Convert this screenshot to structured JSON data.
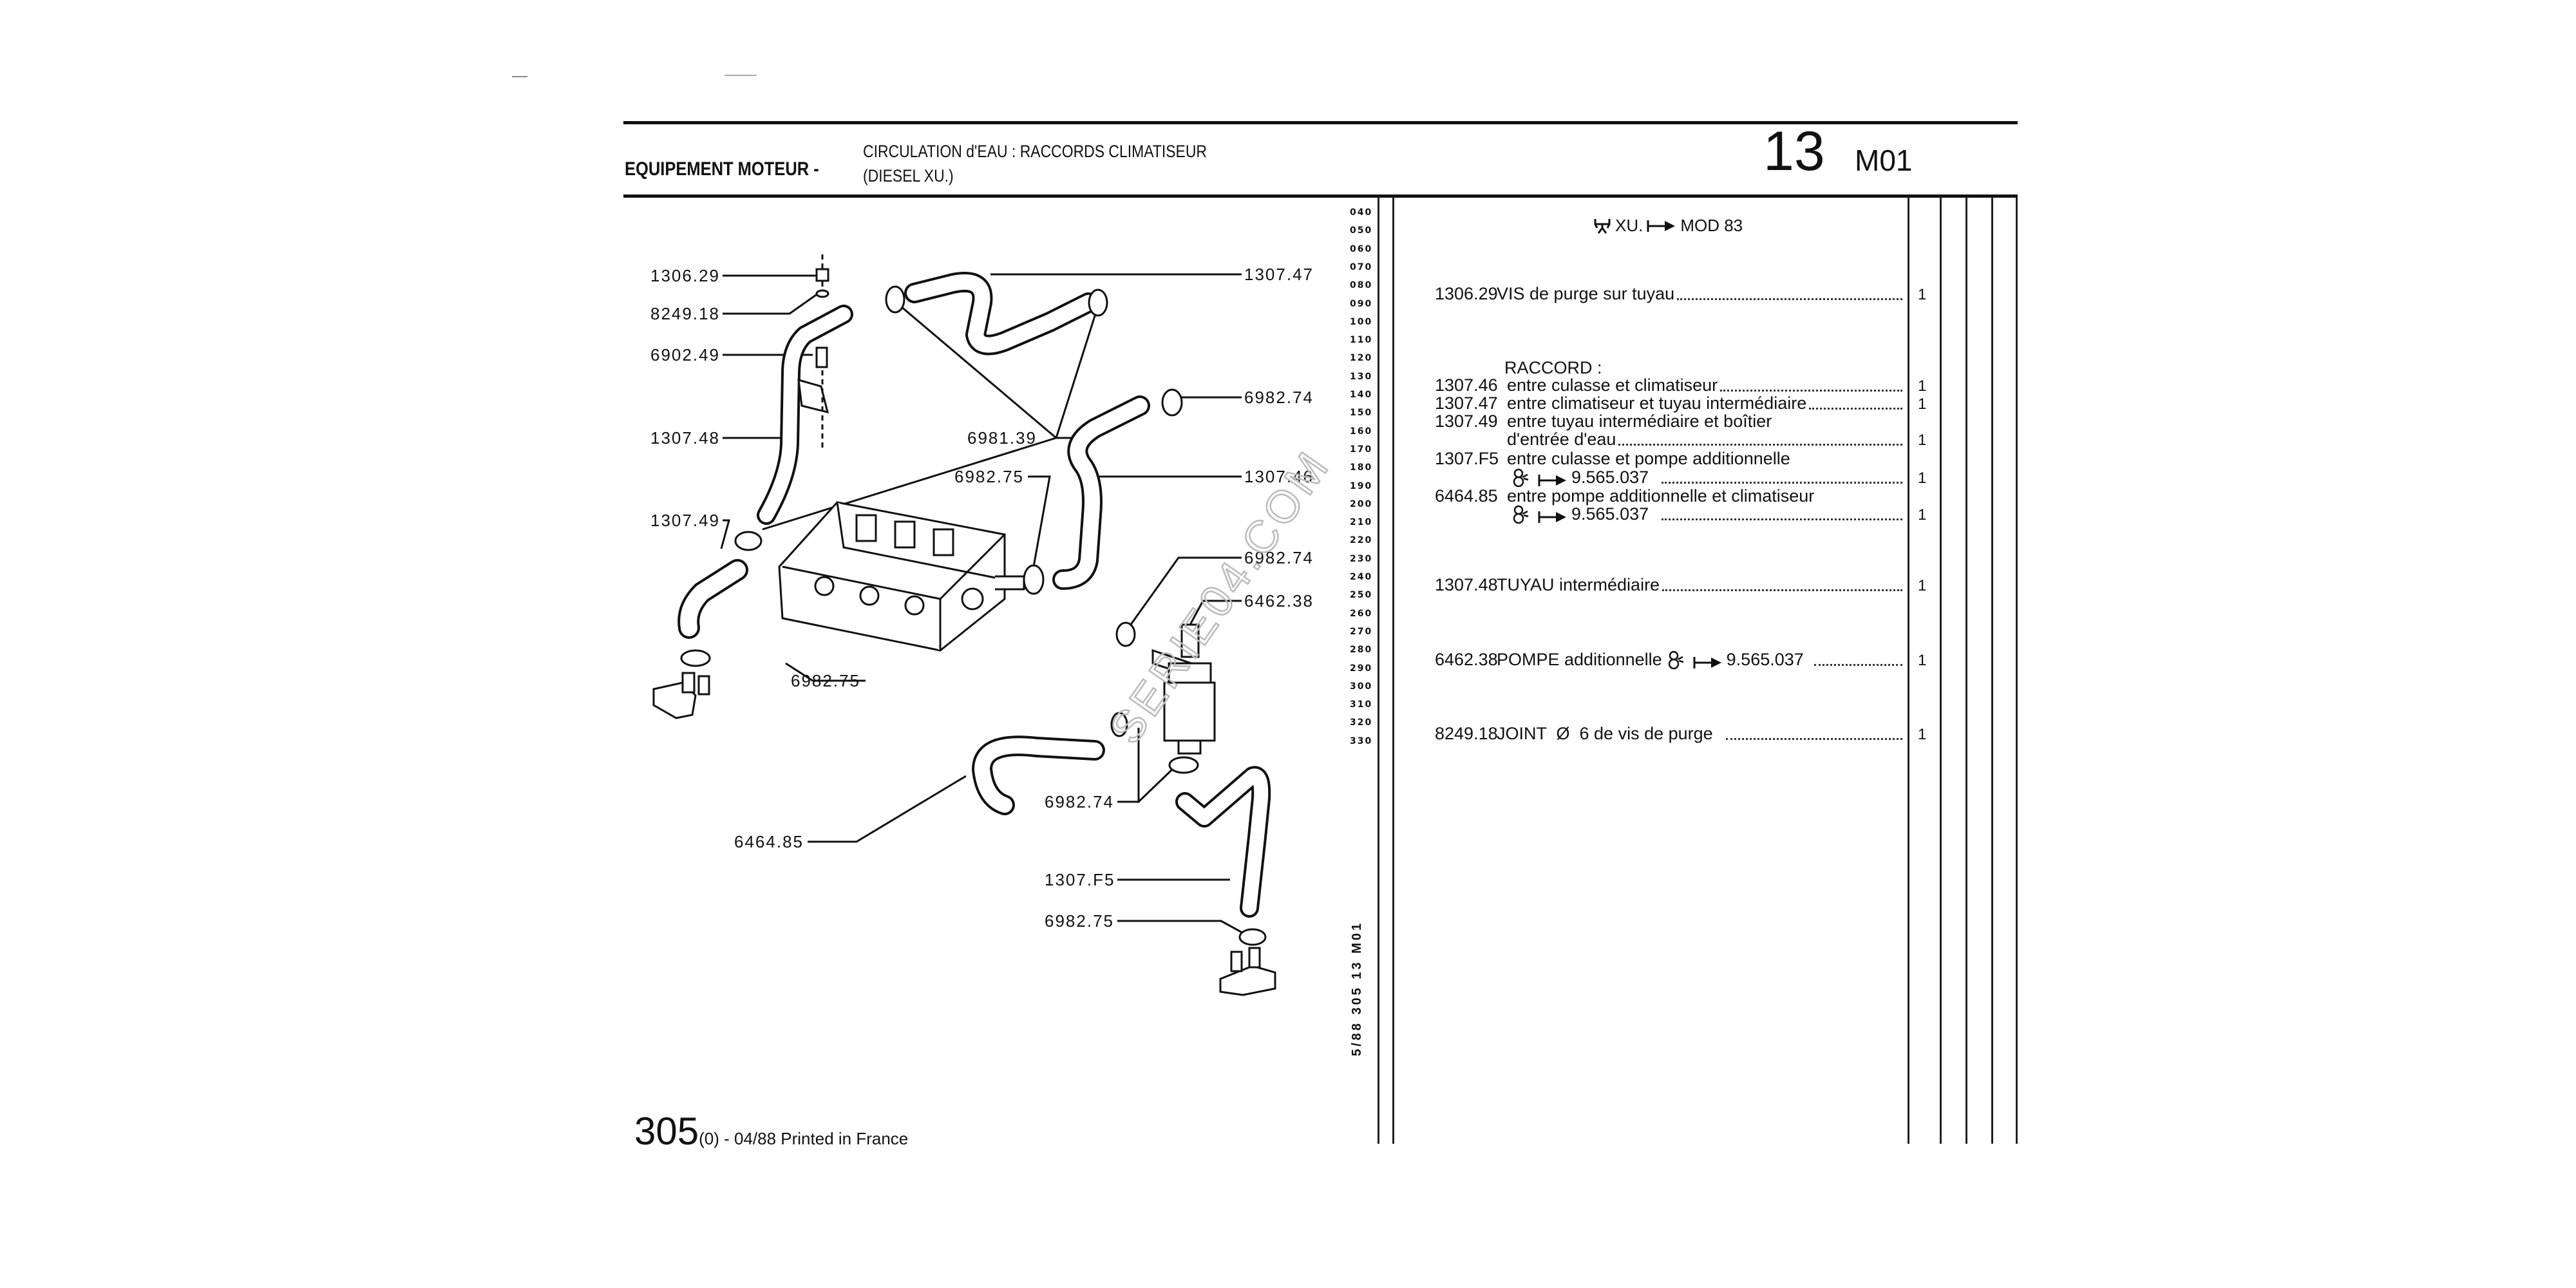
{
  "header": {
    "section": "EQUIPEMENT MOTEUR -",
    "title_line1": "CIRCULATION d'EAU : RACCORDS CLIMATISEUR",
    "title_line2": "(DIESEL XU.)",
    "group_number": "13",
    "group_code": "M01"
  },
  "line_numbers": [
    "040",
    "050",
    "060",
    "070",
    "080",
    "090",
    "100",
    "110",
    "120",
    "130",
    "140",
    "150",
    "160",
    "170",
    "180",
    "190",
    "200",
    "210",
    "220",
    "230",
    "240",
    "250",
    "260",
    "270",
    "280",
    "290",
    "300",
    "310",
    "320",
    "330"
  ],
  "vertical_ref": "5/88 305 13 M01",
  "parts_list": {
    "applicability": {
      "engine_icon": "xu-engine-icon",
      "engine": "XU.",
      "arrow_icon": "up-to-arrow-icon",
      "limit": "MOD 83"
    },
    "group_heading": "RACCORD :",
    "mod_icon": "modification-icon",
    "items": [
      {
        "ref": "1306.29",
        "desc": "VIS de purge sur tuyau",
        "qty": "1"
      },
      {
        "ref": "1307.46",
        "desc": "entre culasse et climatiseur",
        "qty": "1"
      },
      {
        "ref": "1307.47",
        "desc": "entre climatiseur et tuyau intermédiaire",
        "qty": "1"
      },
      {
        "ref": "1307.49",
        "desc": "entre tuyau intermédiaire et boîtier",
        "desc2": "d'entrée d'eau",
        "qty": "1"
      },
      {
        "ref": "1307.F5",
        "desc": "entre culasse et pompe additionnelle",
        "mod": "9.565.037",
        "qty": "1"
      },
      {
        "ref": "6464.85",
        "desc": "entre pompe additionnelle et climatiseur",
        "mod": "9.565.037",
        "qty": "1"
      },
      {
        "ref": "1307.48",
        "desc": "TUYAU intermédiaire",
        "qty": "1"
      },
      {
        "ref": "6462.38",
        "desc": "POMPE additionnelle",
        "mod": "9.565.037",
        "qty": "1"
      },
      {
        "ref": "8249.18",
        "desc": "JOINT  Ø  6 de vis de purge",
        "qty": "1"
      }
    ]
  },
  "diagram": {
    "labels": [
      "1306.29",
      "8249.18",
      "6902.49",
      "1307.48",
      "1307.49",
      "6982.75",
      "6464.85",
      "1307.47",
      "6982.74",
      "6981.39",
      "6982.75",
      "1307.46",
      "6982.74",
      "6462.38",
      "6982.74",
      "1307.F5",
      "6982.75"
    ]
  },
  "watermark": "SERIE04.COM",
  "footer": {
    "page": "305",
    "edition": "(0) - 04/88 Printed in France"
  }
}
